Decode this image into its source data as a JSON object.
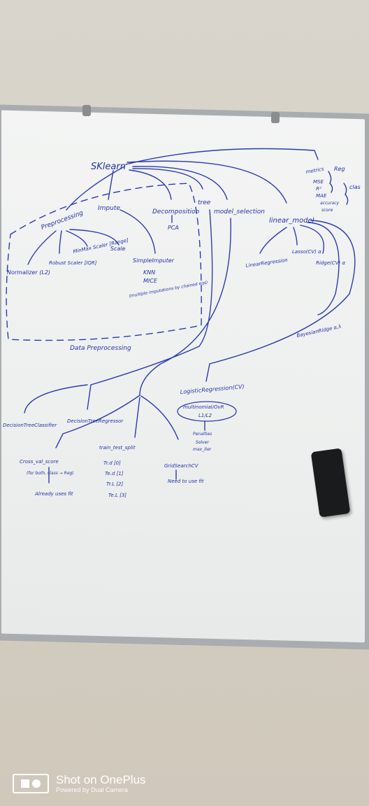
{
  "watermark": {
    "title": "Shot on OnePlus",
    "subtitle": "Powered by Dual Camera",
    "icon": "camera-dual-icon"
  },
  "board": {
    "root": "SKlearn",
    "branches": {
      "preprocessing": "Preprocessing",
      "impute": "Impute",
      "decomposition": "Decomposition",
      "tree": "tree",
      "model_selection": "model_selection",
      "linear_model": "linear_model",
      "metrics": "metrics"
    },
    "preprocessing_items": [
      "Normalizer (L2)",
      "Robust Scaler [IQR]",
      "MinMax Scaler [Range]",
      "Scale"
    ],
    "impute_items": [
      "SimpleImputer",
      "KNN",
      "MICE",
      "(multiple imputations by chained eqs)"
    ],
    "decomposition_items": [
      "PCA"
    ],
    "data_preprocessing_label": "Data Preprocessing",
    "metrics_items": [
      "MSE",
      "R²",
      "MAE",
      "accuracy",
      "score"
    ],
    "metrics_groups": [
      "Reg",
      "clas"
    ],
    "linear_items": [
      "LinearRegression",
      "Lasso(CV) α",
      "Ridge(CV) α",
      "BayesianRidge α,λ"
    ],
    "logistic": {
      "title": "LogisticRegression(CV)",
      "options": "multinomial/OvR",
      "reg": "L1/L2",
      "extras": [
        "Penalties",
        "Solver",
        "max_iter"
      ]
    },
    "tree_items": [
      "DecisionTreeClassifier",
      "DecisionTreeRegressor"
    ],
    "model_selection_items": {
      "cross_val": "Cross_val_score",
      "cross_val_note": "(for both, class → Reg)",
      "cross_val_result": "Already uses fit",
      "train_test_split": "train_test_split",
      "splits": [
        "Tr.d [0]",
        "Te.d [1]",
        "Tr.L [2]",
        "Te.L [3]"
      ],
      "grid_search": "GridSearchCV",
      "grid_result": "Need to use fit"
    }
  }
}
